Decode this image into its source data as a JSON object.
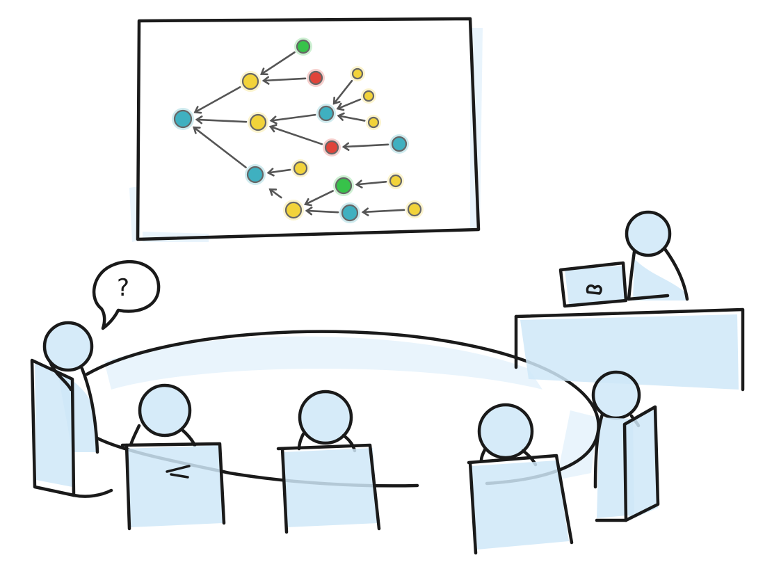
{
  "speech_bubble": {
    "text": "?"
  },
  "colors": {
    "teal": "#3fb0c0",
    "yellow": "#f2d33a",
    "green": "#37c24a",
    "red": "#e0443a",
    "wash": "#cfe8f8",
    "ink": "#1a1a1a"
  },
  "network_diagram": {
    "nodes": [
      {
        "id": "n0",
        "color": "teal"
      },
      {
        "id": "n1",
        "color": "yellow"
      },
      {
        "id": "n2",
        "color": "green"
      },
      {
        "id": "n3",
        "color": "red"
      },
      {
        "id": "n4",
        "color": "yellow"
      },
      {
        "id": "n5",
        "color": "teal"
      },
      {
        "id": "n6",
        "color": "yellow"
      },
      {
        "id": "n7",
        "color": "yellow"
      },
      {
        "id": "n8",
        "color": "yellow"
      },
      {
        "id": "n9",
        "color": "red"
      },
      {
        "id": "n10",
        "color": "teal"
      },
      {
        "id": "n11",
        "color": "teal"
      },
      {
        "id": "n12",
        "color": "yellow"
      },
      {
        "id": "n13",
        "color": "yellow"
      },
      {
        "id": "n14",
        "color": "green"
      },
      {
        "id": "n15",
        "color": "teal"
      },
      {
        "id": "n16",
        "color": "yellow"
      },
      {
        "id": "n17",
        "color": "yellow"
      }
    ],
    "edges": [
      [
        "n1",
        "n0"
      ],
      [
        "n4",
        "n0"
      ],
      [
        "n11",
        "n0"
      ],
      [
        "n2",
        "n1"
      ],
      [
        "n3",
        "n1"
      ],
      [
        "n5",
        "n4"
      ],
      [
        "n9",
        "n4"
      ],
      [
        "n6",
        "n5"
      ],
      [
        "n7",
        "n5"
      ],
      [
        "n8",
        "n5"
      ],
      [
        "n10",
        "n9"
      ],
      [
        "n12",
        "n11"
      ],
      [
        "n13",
        "n13x"
      ],
      [
        "n14",
        "n13"
      ],
      [
        "n15",
        "n13"
      ],
      [
        "n16",
        "n14"
      ],
      [
        "n17",
        "n15"
      ]
    ]
  }
}
